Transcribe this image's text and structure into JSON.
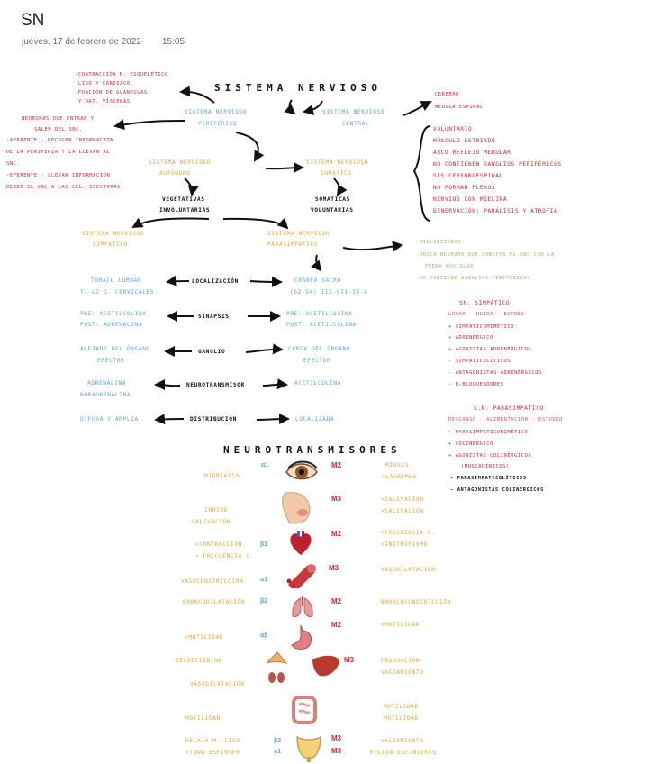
{
  "note": {
    "title": "SN",
    "date": "jueves, 17 de febrero de 2022",
    "time": "15:05"
  },
  "map": {
    "main_title": "SISTEMA NERVIOSO",
    "peripheral": {
      "title_1": "SISTEMA NERVIOSO",
      "title_2": "PERIFÉRICO",
      "effects": [
        "-CONTRACCIÓN M. ESQUELÉTICO",
        "LISO Y CARDIACO.",
        "-FUNCIÓN DE GLÁNDULAS",
        "Y DAT. VÍSCERAS"
      ],
      "neurons": [
        "NEURONAS QUE ENTRAN Y",
        "SALEN DEL SNC.",
        "-AFERENTE - RECOGEN INFORMACIÓN",
        "DE LA PERIFERIA Y LA LLEVAN AL",
        "SNC.",
        "-EFERENTE - LLEVAN INFORMACIÓN",
        "DESDE EL SNC A LAS CEL. EFECTORAS."
      ]
    },
    "central": {
      "title_1": "SISTEMA NERVIOSO",
      "title_2": "CENTRAL",
      "parts": [
        "CEREBRO",
        "MÉDULA ESPINAL"
      ]
    },
    "autonomo": {
      "title_1": "SISTEMA NERVIOSO",
      "title_2": "AUTÓNOMO",
      "type_1": "VEGETATIVAS",
      "type_2": "INVOLUNTARIAS"
    },
    "somatico": {
      "title_1": "SISTEMA NERVIOSO",
      "title_2": "SOMÁTICO",
      "type_1": "SOMÁTICAS",
      "type_2": "VOLUNTARIAS"
    },
    "somatic_features": [
      "VOLUNTARIO",
      "MÚSCULO ESTRIADO",
      "ARCO REFLEJO MEDULAR",
      "NO CONTIENEN GANGLIOS PERIFÉRICOS",
      "SIS CEREBROESPINAL",
      "NO FORMAN PLEXOS",
      "NERVIOS CON MIELINA",
      "DENERVACIÓN: PARÁLISIS Y ATROFIA"
    ],
    "simpatico_title": [
      "SISTEMA NERVIOSO",
      "SIMPÁTICO"
    ],
    "parasimpatico_title": [
      "SISTEMA NERVIOSO",
      "PARASIMPÁTICO"
    ],
    "parasimpatico_features": [
      "-MIELINIZADOS",
      "-ÚNICA NEURONA QUE CONECTA EL SNC CON LA",
      "FIBRA MUSCULAR",
      "-NO CONTIENE GANGLIOS PERIFÉRICOS"
    ],
    "comparison": [
      {
        "left": [
          "TÓRACO LUMBAR",
          "T1-L2 G. CERVICALES"
        ],
        "label": "LOCALIZACIÓN",
        "right": [
          "CRANEO SACRO",
          "(S2-S4) III-VII-IX-X"
        ]
      },
      {
        "left": [
          "PRE: ACETILCOLINA",
          "POST: ADRENALINA"
        ],
        "label": "SINAPSIS",
        "right": [
          "PRE: ACETILCOLINA",
          "POST: ACETILCOLINA"
        ]
      },
      {
        "left": [
          "ALEJADO DEL ÓRGANO",
          "EFECTOR"
        ],
        "label": "GANGLIO",
        "right": [
          "CERCA DEL ÓRGANO",
          "EFECTOR"
        ]
      },
      {
        "left": [
          "ADRENALINA",
          "NORADRENALINA"
        ],
        "label": "NEUROTRANSMISOR",
        "right": [
          "ACETILCOLINA"
        ]
      },
      {
        "left": [
          "DIFUSA Y AMPLIA"
        ],
        "label": "DISTRIBUCIÓN",
        "right": [
          "LOCALIZADA"
        ]
      }
    ],
    "sn_simpatico": {
      "title": "SN. SIMPÁTICO",
      "subtitle": "LUCHA - HUIDA - ESTRÉS",
      "items": [
        "+ SIMPATICOMIMÉTICO",
        "+ ADRENÉRGICO",
        "+ AGONISTAS ADRENÉRGICOS",
        "- SIMPATICOLÍTICOS",
        "- ANTAGONISTAS ADRENÉRGICOS",
        "- β-BLOQUEADORES"
      ]
    },
    "sn_parasimpatico": {
      "title": "S.N. PARASIMPÁTICO",
      "subtitle": "DESCANSO - ALIMENTACIÓN - ESTUDIO",
      "items": [
        "+ PARASIMPATICOMIMÉTICO",
        "+ COLINÉRGICO",
        "+ AGONISTAS COLINÉRGICOS",
        "(MUSCARÍNICOS)"
      ],
      "neg_items": [
        "- PARASIMPATICOLÍTICOS",
        "- ANTAGONISTAS COLINÉRGICOS"
      ]
    }
  },
  "neuro": {
    "title": "NEUROTRANSMISORES",
    "rows": [
      {
        "left": [
          "MIDRIASIS"
        ],
        "left_rec": "α1",
        "right_rec": "M2",
        "right": [
          "MIOSIS",
          ">LÁGRIMAS"
        ],
        "icon": "eye-icon"
      },
      {
        "left": [
          "INHIBE",
          "SALIVACIÓN"
        ],
        "left_rec": "",
        "right_rec": "M3",
        "right": [
          ">SALIVACIÓN",
          ">SALIVACIÓN"
        ],
        "icon": "head-icon"
      },
      {
        "left": [
          ">CONTRACCIÓN",
          "> FRECUENCIA C."
        ],
        "left_rec": "β1",
        "right_rec": "M2",
        "right": [
          "<FRECUENCIA C.",
          "<INOTROPISMO"
        ],
        "icon": "heart-icon"
      },
      {
        "left": [
          "VASOCONSTRICCIÓN"
        ],
        "left_rec": "α1",
        "right_rec": "M3",
        "right": [
          "VASODILATACIÓN"
        ],
        "icon": "vessel-icon"
      },
      {
        "left": [
          "BRONCODILATACIÓN"
        ],
        "left_rec": "β2",
        "right_rec": "M2",
        "right": [
          "BRONCOCONSTRICCIÓN"
        ],
        "icon": "lungs-icon"
      },
      {
        "left": [
          "<MOTILIDAD"
        ],
        "left_rec": "αβ",
        "right_rec": "M2",
        "right": [
          ">MOTILIDAD"
        ],
        "icon": "stomach-icon"
      },
      {
        "left": [
          "SECRECIÓN NA",
          "VASODILATACIÓN"
        ],
        "left_rec": "",
        "right_rec": "M3",
        "right": [
          "PRODUCCIÓN",
          "VACIAMIENTO"
        ],
        "icon": "liver-icon"
      },
      {
        "left": [
          "MOTILIDAD"
        ],
        "left_rec": "",
        "right_rec": "",
        "right": [
          "MOTILIDAD",
          "MOTILIDAD"
        ],
        "icon": "intestine-icon"
      },
      {
        "left": [
          "RELAJA M. LISO",
          ">TONO ESFÍNTER"
        ],
        "left_rec": "β2 α1",
        "right_rec": "M3 M3",
        "right": [
          "VACIAMIENTO",
          "RELAJA ESFÍNTERES"
        ],
        "icon": "bladder-icon"
      }
    ]
  },
  "colors": {
    "blue": "#5ea6d6",
    "orange": "#e0a83b",
    "red": "#d8262f",
    "green": "#8cc56a",
    "black": "#111111"
  }
}
